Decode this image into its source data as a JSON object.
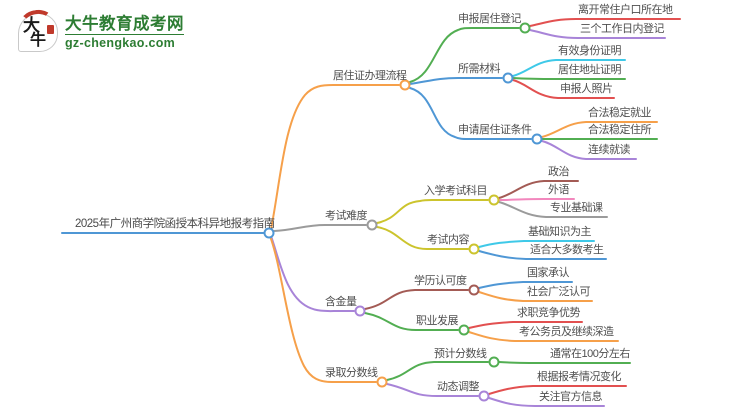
{
  "logo": {
    "icon_text_top": "大",
    "icon_text_bottom": "牛",
    "site_name": "大牛教育成考网",
    "site_url": "gz-chengkao.com"
  },
  "central": {
    "label": "2025年广州商学院函授本科异地报考指南"
  },
  "branches": [
    {
      "label": "居住证办理流程",
      "children": [
        {
          "label": "申报居住登记",
          "children": [
            {
              "label": "离开常住户口所在地"
            },
            {
              "label": "三个工作日内登记"
            }
          ]
        },
        {
          "label": "所需材料",
          "children": [
            {
              "label": "有效身份证明"
            },
            {
              "label": "居住地址证明"
            },
            {
              "label": "申报人照片"
            }
          ]
        },
        {
          "label": "申请居住证条件",
          "children": [
            {
              "label": "合法稳定就业"
            },
            {
              "label": "合法稳定住所"
            },
            {
              "label": "连续就读"
            }
          ]
        }
      ]
    },
    {
      "label": "考试难度",
      "children": [
        {
          "label": "入学考试科目",
          "children": [
            {
              "label": "政治"
            },
            {
              "label": "外语"
            },
            {
              "label": "专业基础课"
            }
          ]
        },
        {
          "label": "考试内容",
          "children": [
            {
              "label": "基础知识为主"
            },
            {
              "label": "适合大多数考生"
            }
          ]
        }
      ]
    },
    {
      "label": "含金量",
      "children": [
        {
          "label": "学历认可度",
          "children": [
            {
              "label": "国家承认"
            },
            {
              "label": "社会广泛认可"
            }
          ]
        },
        {
          "label": "职业发展",
          "children": [
            {
              "label": "求职竞争优势"
            },
            {
              "label": "考公务员及继续深造"
            }
          ]
        }
      ]
    },
    {
      "label": "录取分数线",
      "children": [
        {
          "label": "预计分数线",
          "children": [
            {
              "label": "通常在100分左右"
            }
          ]
        },
        {
          "label": "动态调整",
          "children": [
            {
              "label": "根据报考情况变化"
            },
            {
              "label": "关注官方信息"
            }
          ]
        }
      ]
    }
  ],
  "colors": {
    "blue": "#4f97d5",
    "orange": "#f6a04a",
    "gray": "#9b9b9b",
    "purple": "#a884d8",
    "green": "#52ae52",
    "red": "#e25050",
    "cyan": "#3fc9e8",
    "pink": "#f287bd",
    "brown": "#a35b55",
    "olive": "#ccc42d",
    "node_fill": "#ffffff",
    "text": "#4f4f4f",
    "logo_green": "#2d7d33",
    "logo_red": "#c0392b"
  }
}
